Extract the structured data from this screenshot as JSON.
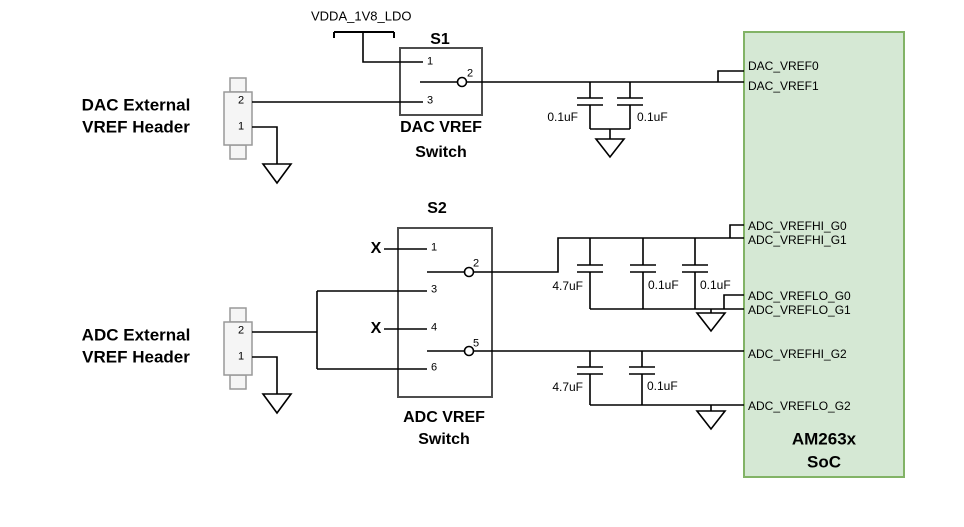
{
  "colors": {
    "soc_fill": "#d5e8d4",
    "soc_border": "#82b366",
    "wire": "#000000",
    "switch_border": "#4d4d4d",
    "header_fill": "#f5f5f5",
    "header_border": "#999999"
  },
  "power": {
    "label": "VDDA_1V8_LDO"
  },
  "dac": {
    "header_title": [
      "DAC External",
      "VREF Header"
    ],
    "header_pins": [
      "2",
      "1"
    ],
    "switch_ref": "S1",
    "switch_title": [
      "DAC VREF",
      "Switch"
    ],
    "switch_pins": [
      "1",
      "2",
      "3"
    ],
    "caps": [
      "0.1uF",
      "0.1uF"
    ]
  },
  "adc": {
    "header_title": [
      "ADC External",
      "VREF Header"
    ],
    "header_pins": [
      "2",
      "1"
    ],
    "switch_ref": "S2",
    "switch_title": [
      "ADC VREF",
      "Switch"
    ],
    "switch_pins": [
      "1",
      "2",
      "3",
      "4",
      "5",
      "6"
    ],
    "no_connect": "X",
    "caps_g0g1": [
      "4.7uF",
      "0.1uF",
      "0.1uF"
    ],
    "caps_g2": [
      "4.7uF",
      "0.1uF"
    ]
  },
  "soc": {
    "title": [
      "AM263x",
      "SoC"
    ],
    "pins": [
      "DAC_VREF0",
      "DAC_VREF1",
      "ADC_VREFHI_G0",
      "ADC_VREFHI_G1",
      "ADC_VREFLO_G0",
      "ADC_VREFLO_G1",
      "ADC_VREFHI_G2",
      "ADC_VREFLO_G2"
    ]
  }
}
